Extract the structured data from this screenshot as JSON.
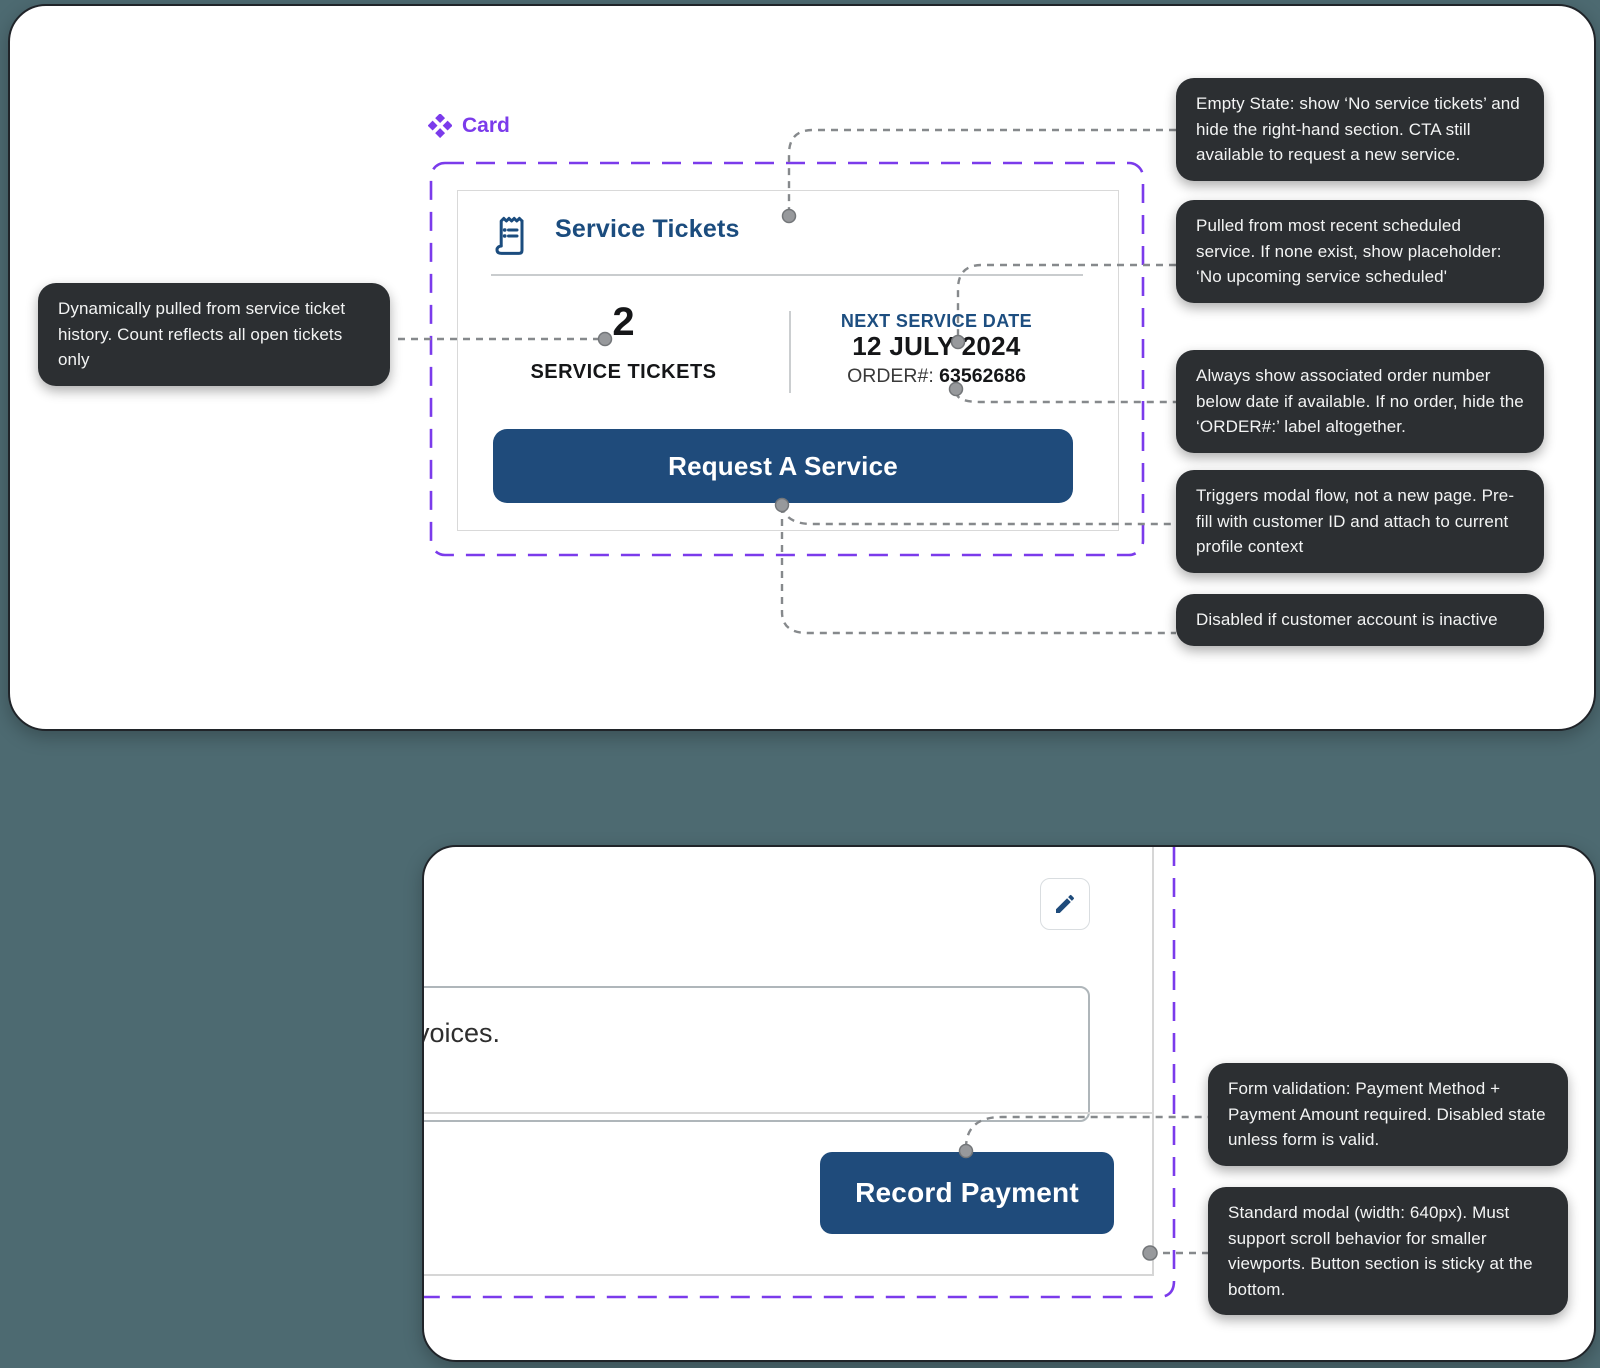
{
  "colors": {
    "background_teal": "#4D6A71",
    "accent_purple": "#7B3BEB",
    "brand_navy": "#1B4C7E",
    "button_navy": "#1F4B7B",
    "annotation_bg": "#2C2F32",
    "connector_gray": "#86898C"
  },
  "card_section": {
    "component_label": "Card",
    "card": {
      "title": "Service Tickets",
      "ticket_count": "2",
      "ticket_count_label": "SERVICE TICKETS",
      "next_service_label": "NEXT SERVICE DATE",
      "next_service_date": "12 JULY 2024",
      "order_label": "ORDER#:",
      "order_number": "63562686",
      "cta_label": "Request A Service"
    },
    "annotations": {
      "count_note": "Dynamically pulled from service ticket history. Count reflects all open tickets only",
      "empty_state_note": "Empty State: show ‘No service tickets’ and hide the right-hand section. CTA still available to request a new service.",
      "next_service_note": "Pulled from most recent scheduled service. If none exist, show placeholder: ‘No upcoming service scheduled'",
      "order_note": "Always show associated order number below date if available. If no order, hide the ‘ORDER#:’ label altogether.",
      "cta_note": "Triggers modal flow, not a new page. Pre-fill with customer ID and attach to current profile context",
      "disabled_note": "Disabled if customer account is inactive"
    }
  },
  "payment_modal": {
    "textarea_fragment": "voices.",
    "cta_label": "Record Payment",
    "annotations": {
      "validation_note": "Form validation: Payment Method + Payment Amount required. Disabled state unless form is valid.",
      "modal_note": "Standard modal (width: 640px). Must support scroll behavior for smaller viewports. Button section is sticky at the bottom."
    }
  }
}
